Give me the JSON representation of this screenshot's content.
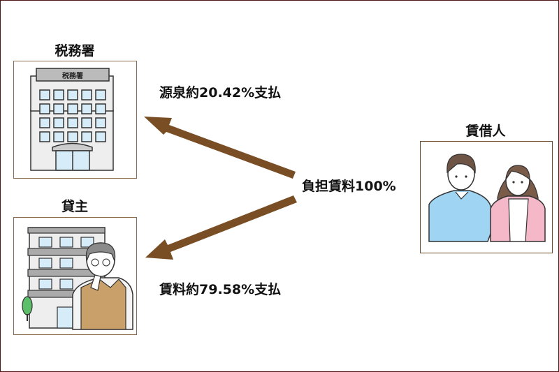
{
  "nodes": {
    "tax_office": {
      "title": "税務署",
      "sign": "税務署"
    },
    "landlord": {
      "title": "貸主"
    },
    "tenant": {
      "title": "賃借人"
    }
  },
  "flows": {
    "withholding": "源泉約20.42%支払",
    "burden": "負担賃料100%",
    "rent": "賃料約79.58%支払"
  },
  "colors": {
    "arrow": "#7a4e25",
    "frame": "#4a1512",
    "box_border": "#8a6a4a"
  }
}
